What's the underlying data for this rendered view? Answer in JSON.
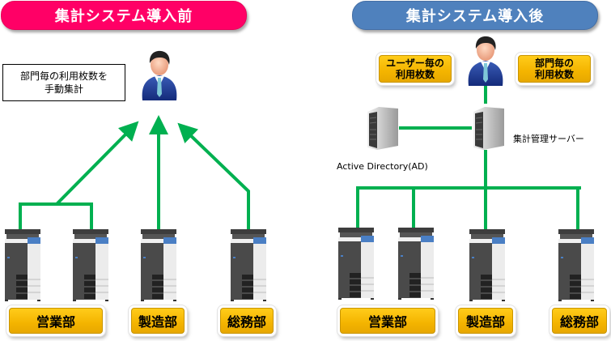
{
  "before": {
    "title": "集計システム導入前",
    "note_line1": "部門毎の利用枚数を",
    "note_line2": "手動集計",
    "departments": [
      "営業部",
      "製造部",
      "総務部"
    ]
  },
  "after": {
    "title": "集計システム導入後",
    "info_user_line1": "ユーザー毎の",
    "info_user_line2": "利用枚数",
    "info_dept_line1": "部門毎の",
    "info_dept_line2": "利用枚数",
    "ad_server_label": "Active Directory(AD)",
    "aggregation_server_label": "集計管理サーバー",
    "departments": [
      "営業部",
      "製造部",
      "総務部"
    ]
  },
  "colors": {
    "before_accent": "#ff0066",
    "after_accent": "#4f81bd",
    "connector_green": "#00b050",
    "department_gold": "#f4b400"
  }
}
